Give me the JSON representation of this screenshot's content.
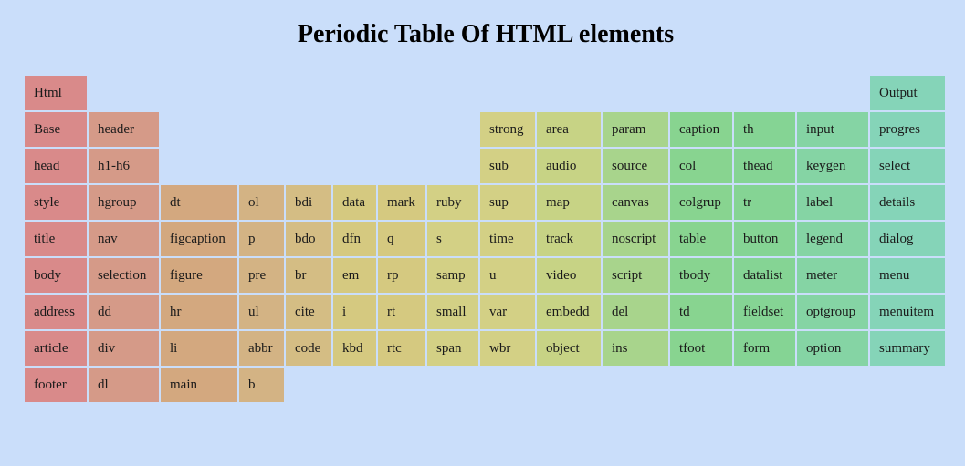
{
  "title": "Periodic Table Of HTML elements",
  "palette": [
    "#d98a8a",
    "#d59a88",
    "#d3a87f",
    "#d3b384",
    "#d4bd84",
    "#d5c980",
    "#d3d085",
    "#c7d385",
    "#a8d48c",
    "#88d490",
    "#85d494",
    "#85d4a4",
    "#85d4b8"
  ],
  "columns": [
    {
      "color_index": 0,
      "cells": [
        {
          "row": 0,
          "label": "Html"
        },
        {
          "row": 1,
          "label": "Base"
        },
        {
          "row": 2,
          "label": "head"
        },
        {
          "row": 3,
          "label": "style"
        },
        {
          "row": 4,
          "label": "title"
        },
        {
          "row": 5,
          "label": "body"
        },
        {
          "row": 6,
          "label": "address"
        },
        {
          "row": 7,
          "label": "article"
        },
        {
          "row": 8,
          "label": "footer"
        }
      ]
    },
    {
      "color_index": 1,
      "cells": [
        {
          "row": 1,
          "label": "header"
        },
        {
          "row": 2,
          "label": "h1-h6"
        },
        {
          "row": 3,
          "label": "hgroup"
        },
        {
          "row": 4,
          "label": "nav"
        },
        {
          "row": 5,
          "label": "selection"
        },
        {
          "row": 6,
          "label": "dd"
        },
        {
          "row": 7,
          "label": "div"
        },
        {
          "row": 8,
          "label": "dl"
        }
      ]
    },
    {
      "color_index": 2,
      "cells": [
        {
          "row": 3,
          "label": "dt"
        },
        {
          "row": 4,
          "label": "figcaption"
        },
        {
          "row": 5,
          "label": "figure"
        },
        {
          "row": 6,
          "label": "hr"
        },
        {
          "row": 7,
          "label": "li"
        },
        {
          "row": 8,
          "label": "main"
        }
      ]
    },
    {
      "color_index": 3,
      "cells": [
        {
          "row": 3,
          "label": "ol"
        },
        {
          "row": 4,
          "label": "p"
        },
        {
          "row": 5,
          "label": "pre"
        },
        {
          "row": 6,
          "label": "ul"
        },
        {
          "row": 7,
          "label": "abbr"
        },
        {
          "row": 8,
          "label": "b"
        }
      ]
    },
    {
      "color_index": 4,
      "cells": [
        {
          "row": 3,
          "label": "bdi"
        },
        {
          "row": 4,
          "label": "bdo"
        },
        {
          "row": 5,
          "label": "br"
        },
        {
          "row": 6,
          "label": "cite"
        },
        {
          "row": 7,
          "label": "code"
        }
      ]
    },
    {
      "color_index": 5,
      "cells": [
        {
          "row": 3,
          "label": "data"
        },
        {
          "row": 4,
          "label": "dfn"
        },
        {
          "row": 5,
          "label": "em"
        },
        {
          "row": 6,
          "label": "i"
        },
        {
          "row": 7,
          "label": "kbd"
        }
      ]
    },
    {
      "color_index": 5,
      "cells": [
        {
          "row": 3,
          "label": "mark"
        },
        {
          "row": 4,
          "label": "q"
        },
        {
          "row": 5,
          "label": "rp"
        },
        {
          "row": 6,
          "label": "rt"
        },
        {
          "row": 7,
          "label": "rtc"
        }
      ]
    },
    {
      "color_index": 6,
      "cells": [
        {
          "row": 3,
          "label": "ruby"
        },
        {
          "row": 4,
          "label": "s"
        },
        {
          "row": 5,
          "label": "samp"
        },
        {
          "row": 6,
          "label": "small"
        },
        {
          "row": 7,
          "label": "span"
        }
      ]
    },
    {
      "color_index": 6,
      "cells": [
        {
          "row": 1,
          "label": "strong"
        },
        {
          "row": 2,
          "label": "sub"
        },
        {
          "row": 3,
          "label": "sup"
        },
        {
          "row": 4,
          "label": "time"
        },
        {
          "row": 5,
          "label": "u"
        },
        {
          "row": 6,
          "label": "var"
        },
        {
          "row": 7,
          "label": "wbr"
        }
      ]
    },
    {
      "color_index": 7,
      "cells": [
        {
          "row": 1,
          "label": "area"
        },
        {
          "row": 2,
          "label": "audio"
        },
        {
          "row": 3,
          "label": "map"
        },
        {
          "row": 4,
          "label": "track"
        },
        {
          "row": 5,
          "label": "video"
        },
        {
          "row": 6,
          "label": "embedd"
        },
        {
          "row": 7,
          "label": "object"
        }
      ]
    },
    {
      "color_index": 8,
      "cells": [
        {
          "row": 1,
          "label": "param"
        },
        {
          "row": 2,
          "label": "source"
        },
        {
          "row": 3,
          "label": "canvas"
        },
        {
          "row": 4,
          "label": "noscript"
        },
        {
          "row": 5,
          "label": "script"
        },
        {
          "row": 6,
          "label": "del"
        },
        {
          "row": 7,
          "label": "ins"
        }
      ]
    },
    {
      "color_index": 9,
      "cells": [
        {
          "row": 1,
          "label": "caption"
        },
        {
          "row": 2,
          "label": "col"
        },
        {
          "row": 3,
          "label": "colgrup"
        },
        {
          "row": 4,
          "label": "table"
        },
        {
          "row": 5,
          "label": "tbody"
        },
        {
          "row": 6,
          "label": "td"
        },
        {
          "row": 7,
          "label": "tfoot"
        }
      ]
    },
    {
      "color_index": 10,
      "cells": [
        {
          "row": 1,
          "label": "th"
        },
        {
          "row": 2,
          "label": "thead"
        },
        {
          "row": 3,
          "label": "tr"
        },
        {
          "row": 4,
          "label": "button"
        },
        {
          "row": 5,
          "label": "datalist"
        },
        {
          "row": 6,
          "label": "fieldset"
        },
        {
          "row": 7,
          "label": "form"
        }
      ]
    },
    {
      "color_index": 11,
      "cells": [
        {
          "row": 1,
          "label": "input"
        },
        {
          "row": 2,
          "label": "keygen"
        },
        {
          "row": 3,
          "label": "label"
        },
        {
          "row": 4,
          "label": "legend"
        },
        {
          "row": 5,
          "label": "meter"
        },
        {
          "row": 6,
          "label": "optgroup"
        },
        {
          "row": 7,
          "label": "option"
        }
      ]
    },
    {
      "color_index": 12,
      "cells": [
        {
          "row": 0,
          "label": "Output"
        },
        {
          "row": 1,
          "label": "progres"
        },
        {
          "row": 2,
          "label": "select"
        },
        {
          "row": 3,
          "label": "details"
        },
        {
          "row": 4,
          "label": "dialog"
        },
        {
          "row": 5,
          "label": "menu"
        },
        {
          "row": 6,
          "label": "menuitem"
        },
        {
          "row": 7,
          "label": "summary"
        }
      ]
    }
  ]
}
